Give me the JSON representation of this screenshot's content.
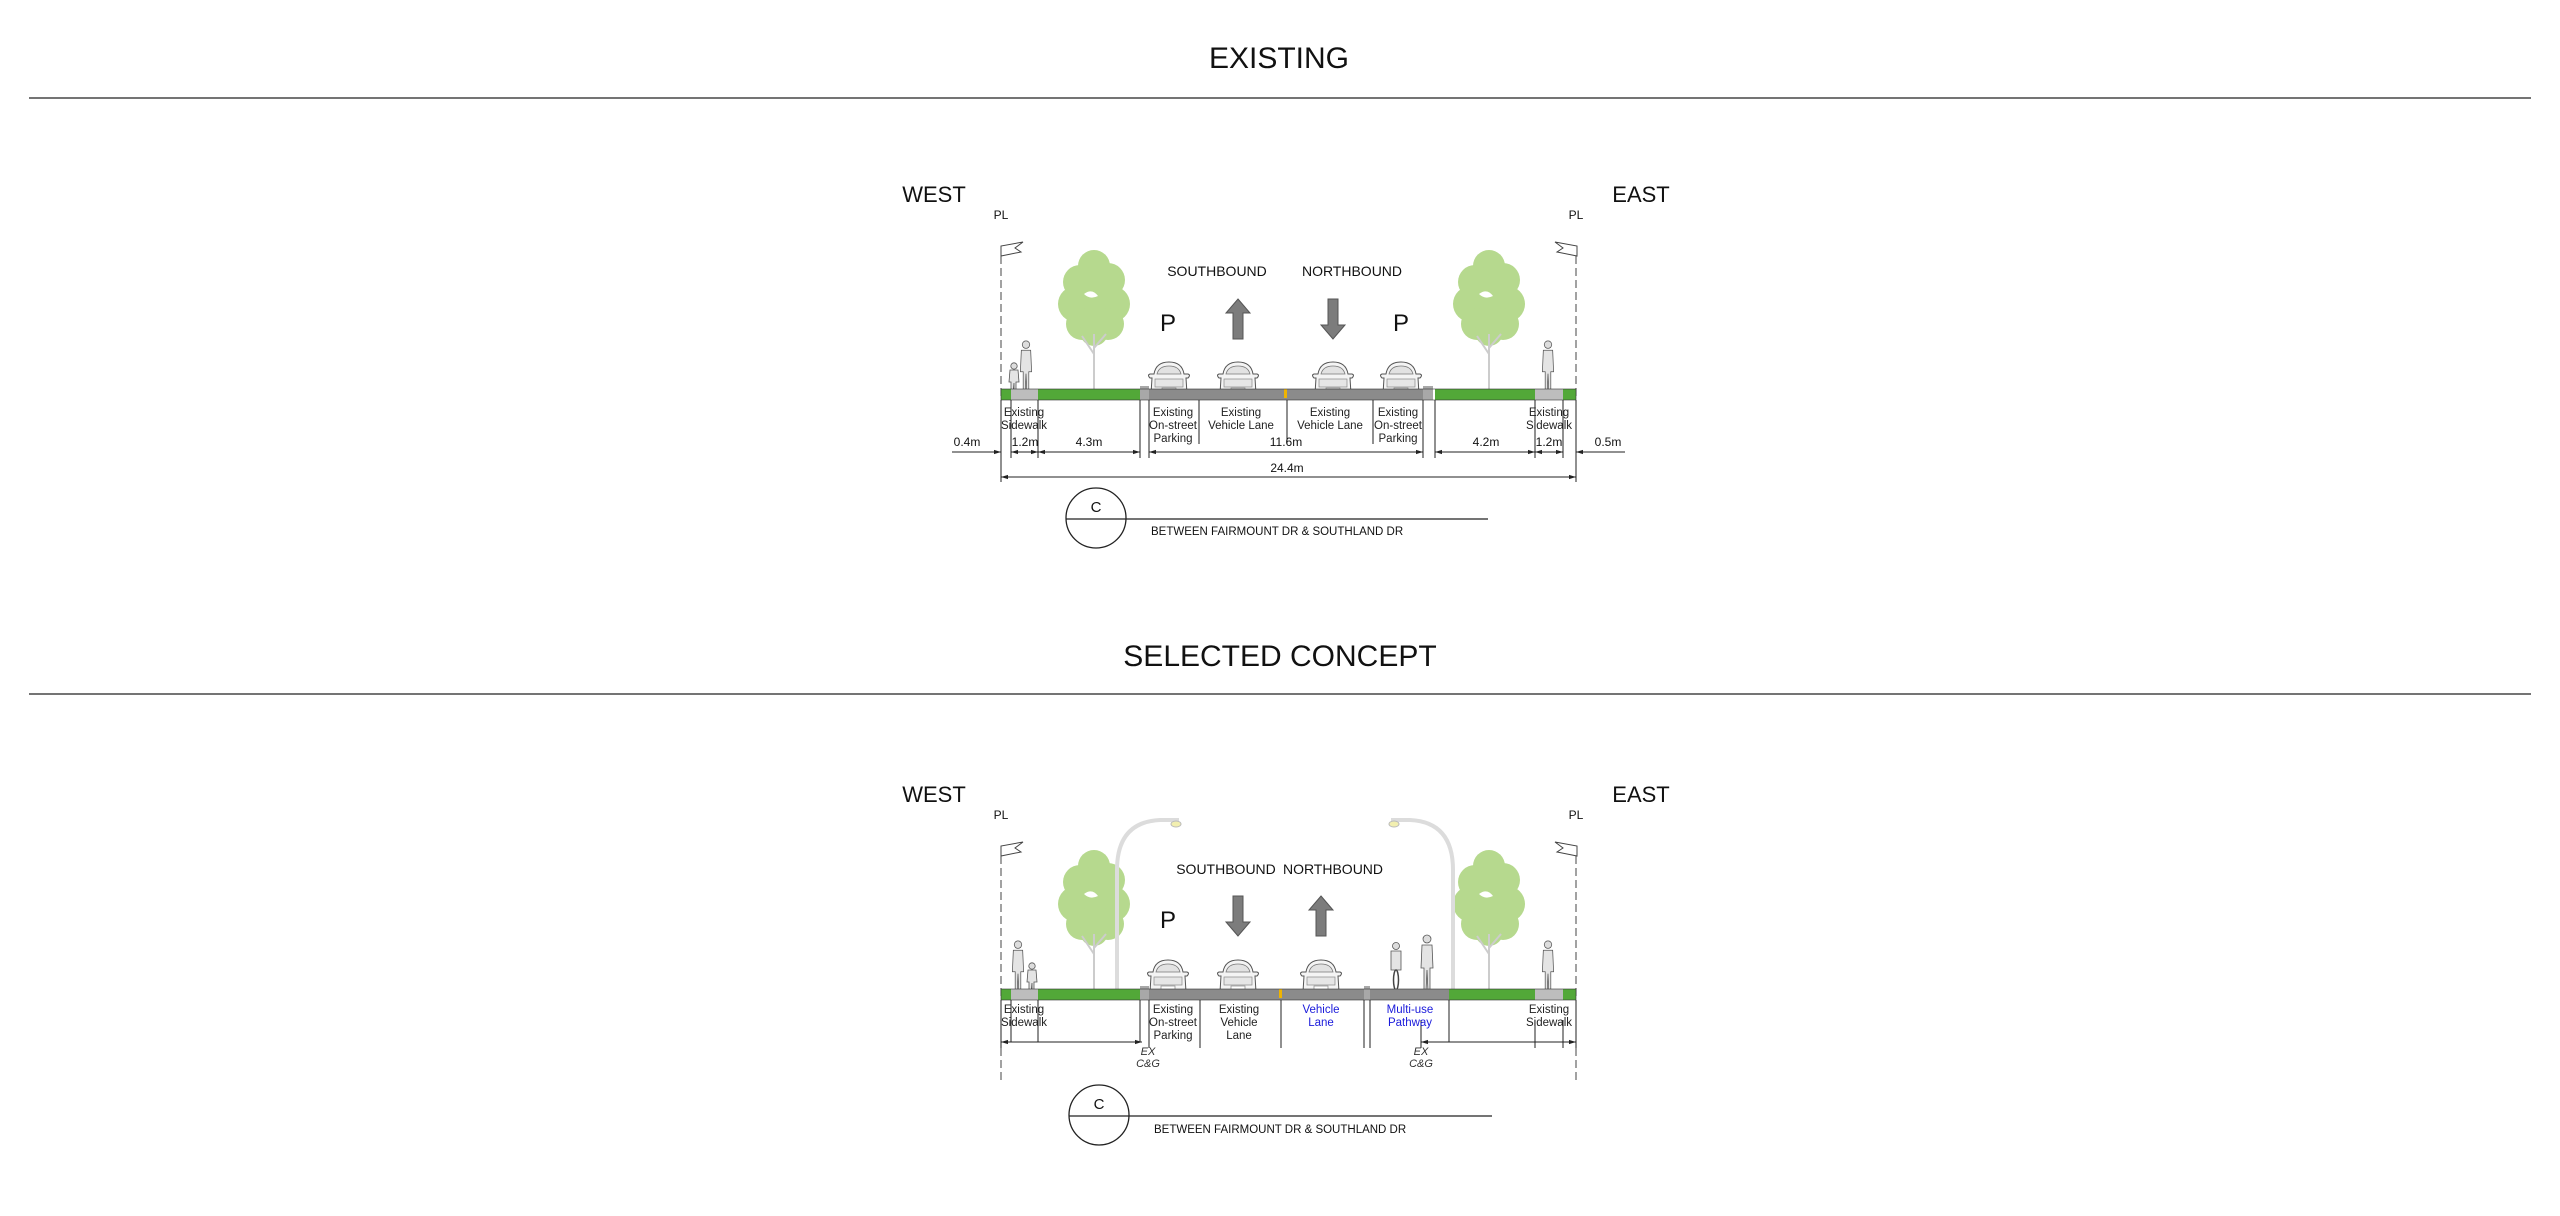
{
  "colors": {
    "grass": "#52a838",
    "road": "#8b8b8b",
    "sidewalk": "#bdbdbd",
    "tree": "#b6d98e",
    "centerline": "#f0b400",
    "proposed_text": "#1a1adb"
  },
  "existing": {
    "title": "EXISTING",
    "west": "WEST",
    "east": "EAST",
    "pl": "PL",
    "southbound": "SOUTHBOUND",
    "northbound": "NORTHBOUND",
    "parking_symbol": "P",
    "labels": {
      "sidewalk_w": [
        "Existing",
        "Sidewalk"
      ],
      "parking_w": [
        "Existing",
        "On-street",
        "Parking"
      ],
      "lane_sb": [
        "Existing",
        "Vehicle Lane"
      ],
      "lane_nb": [
        "Existing",
        "Vehicle Lane"
      ],
      "parking_e": [
        "Existing",
        "On-street",
        "Parking"
      ],
      "sidewalk_e": [
        "Existing",
        "Sidewalk"
      ]
    },
    "dims": {
      "w_offset": "0.4m",
      "w_sidewalk": "1.2m",
      "w_boulevard": "4.3m",
      "roadway": "11.6m",
      "e_boulevard": "4.2m",
      "e_sidewalk": "1.2m",
      "e_offset": "0.5m",
      "total": "24.4m"
    },
    "section_id": "C",
    "section_desc": "BETWEEN FAIRMOUNT DR & SOUTHLAND DR"
  },
  "concept": {
    "title": "SELECTED CONCEPT",
    "west": "WEST",
    "east": "EAST",
    "pl": "PL",
    "southbound": "SOUTHBOUND",
    "northbound": "NORTHBOUND",
    "parking_symbol": "P",
    "labels": {
      "sidewalk_w": [
        "Existing",
        "Sidewalk"
      ],
      "parking_w": [
        "Existing",
        "On-street",
        "Parking"
      ],
      "lane_sb": [
        "Existing",
        "Vehicle",
        "Lane"
      ],
      "lane_nb": [
        "Vehicle",
        "Lane"
      ],
      "mup": [
        "Multi-use",
        "Pathway"
      ],
      "sidewalk_e": [
        "Existing",
        "Sidewalk"
      ]
    },
    "ex_cg": [
      "EX",
      "C&G"
    ],
    "section_id": "C",
    "section_desc": "BETWEEN FAIRMOUNT DR & SOUTHLAND DR"
  }
}
